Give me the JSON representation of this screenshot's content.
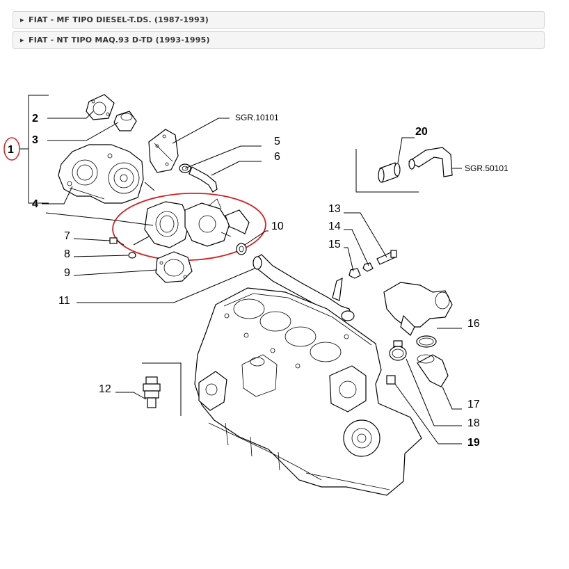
{
  "accordion": [
    {
      "label": "FIAT - MF TIPO DIESEL-T.DS. (1987-1993)",
      "icon": "caret-right-icon"
    },
    {
      "label": "FIAT - NT TIPO MAQ.93 D-TD (1993-1995)",
      "icon": "caret-right-icon"
    }
  ],
  "diagram": {
    "callouts": {
      "n1": "1",
      "n2": "2",
      "n3": "3",
      "n4": "4",
      "n5": "5",
      "n6": "6",
      "n7": "7",
      "n8": "8",
      "n9": "9",
      "n10": "10",
      "n11": "11",
      "n12": "12",
      "n13": "13",
      "n14": "14",
      "n15": "15",
      "n16": "16",
      "n17": "17",
      "n18": "18",
      "n19": "19",
      "n20": "20"
    },
    "refs": {
      "sgr1": "SGR.10101",
      "sgr2": "SGR.50101"
    },
    "highlight_color": "#d42020"
  }
}
